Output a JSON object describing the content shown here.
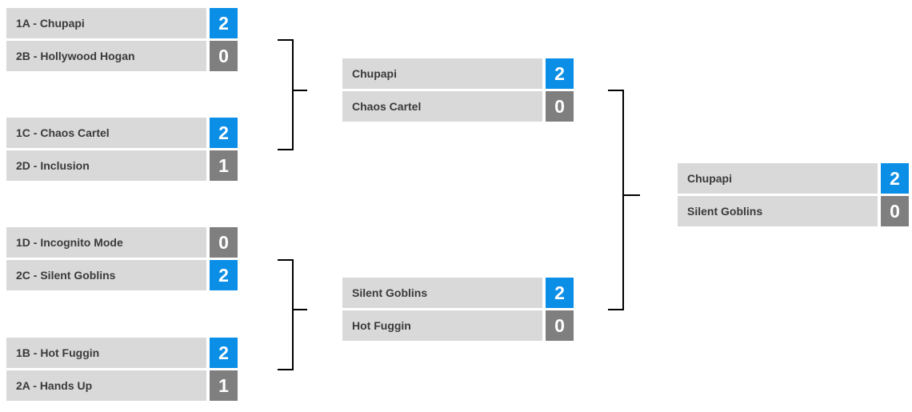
{
  "colors": {
    "background": "#ffffff",
    "row_bg": "#d9d9d9",
    "winner_score_bg": "#0b8ee6",
    "loser_score_bg": "#7f7f7f",
    "name_text": "#3a3a3a",
    "score_text": "#ffffff",
    "connector_line": "#000000"
  },
  "rounds": [
    {
      "matches": [
        {
          "teams": [
            {
              "name": "1A - Chupapi",
              "score": "2",
              "winner": true
            },
            {
              "name": "2B - Hollywood Hogan",
              "score": "0",
              "winner": false
            }
          ]
        },
        {
          "teams": [
            {
              "name": "1C - Chaos Cartel",
              "score": "2",
              "winner": true
            },
            {
              "name": "2D - Inclusion",
              "score": "1",
              "winner": false
            }
          ]
        },
        {
          "teams": [
            {
              "name": "1D - Incognito Mode",
              "score": "0",
              "winner": false
            },
            {
              "name": "2C - Silent Goblins",
              "score": "2",
              "winner": true
            }
          ]
        },
        {
          "teams": [
            {
              "name": "1B - Hot Fuggin",
              "score": "2",
              "winner": true
            },
            {
              "name": "2A - Hands Up",
              "score": "1",
              "winner": false
            }
          ]
        }
      ]
    },
    {
      "matches": [
        {
          "teams": [
            {
              "name": "Chupapi",
              "score": "2",
              "winner": true
            },
            {
              "name": "Chaos Cartel",
              "score": "0",
              "winner": false
            }
          ]
        },
        {
          "teams": [
            {
              "name": "Silent Goblins",
              "score": "2",
              "winner": true
            },
            {
              "name": "Hot Fuggin",
              "score": "0",
              "winner": false
            }
          ]
        }
      ]
    },
    {
      "matches": [
        {
          "teams": [
            {
              "name": "Chupapi",
              "score": "2",
              "winner": true
            },
            {
              "name": "Silent Goblins",
              "score": "0",
              "winner": false
            }
          ]
        }
      ]
    }
  ]
}
